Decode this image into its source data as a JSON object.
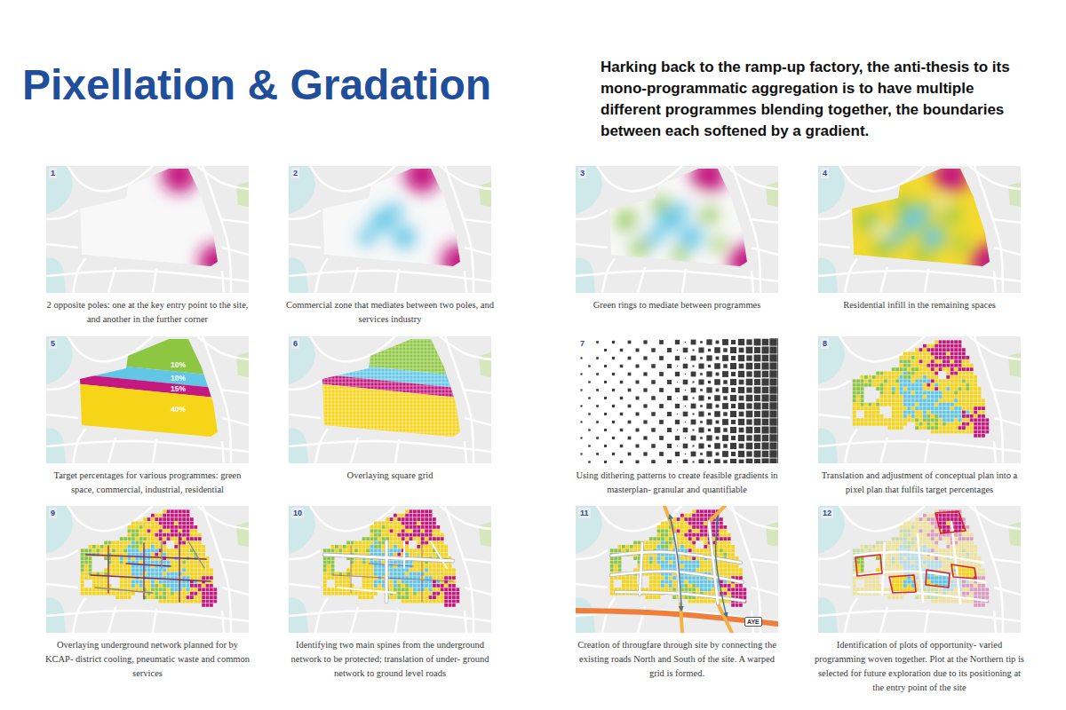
{
  "diagram": {
    "title": "Pixellation & Gradation",
    "nodes": [
      {
        "text": [
          "1",
          "2 opposite poles: one at the key entry point to the site, and another in the further corner"
        ]
      },
      {
        "text": [
          "2",
          "Commercial zone that mediates between two poles, and services industry"
        ]
      },
      {
        "text": [
          "3",
          "Green rings to mediate between programmes"
        ]
      },
      {
        "text": [
          "4",
          "Residential infill in the remaining spaces"
        ]
      },
      {
        "text": [
          "5",
          "Target percentages for various programmes: green space, commercial, industrial, residential"
        ]
      },
      {
        "text": [
          "10%"
        ],
        "in": 4
      },
      {
        "text": [
          "10%"
        ],
        "in": 4
      },
      {
        "text": [
          "15%"
        ],
        "in": 4
      },
      {
        "text": [
          "40%"
        ],
        "in": 4
      },
      {
        "text": [
          "6",
          "Overlaying square grid"
        ]
      },
      {
        "text": [
          "7",
          "Using dithering patterns to create feasible gradients in masterplan- granular and quantifiable"
        ]
      },
      {
        "text": [
          "8",
          "Translation and adjustment of conceptual plan into a pixel plan that fulfils target percentages"
        ]
      },
      {
        "text": [
          "9",
          "Overlaying underground network planned for by KCAP- district cooling, pneumatic waste and common services"
        ]
      },
      {
        "text": [
          "10",
          "Identifying two main spines from the underground network to be protected; translation of under- ground network to ground level roads"
        ]
      },
      {
        "text": [
          "11",
          "Creation of througfare through site by connecting the existing roads North and South of the site. A warped grid is formed."
        ]
      },
      {
        "text": [
          "12",
          "Identification of plots of opportunity- varied programming woven together. Plot at the Northern tip is selected for future exploration due to its positioning at the entry point of the site"
        ]
      }
    ],
    "labels": [
      "Harking back to the ramp-up factory, the anti-thesis to its mono-programmatic aggregation is to have multiple different programmes blending together, the boundaries between each softened by a gradient.",
      "AYE"
    ]
  }
}
